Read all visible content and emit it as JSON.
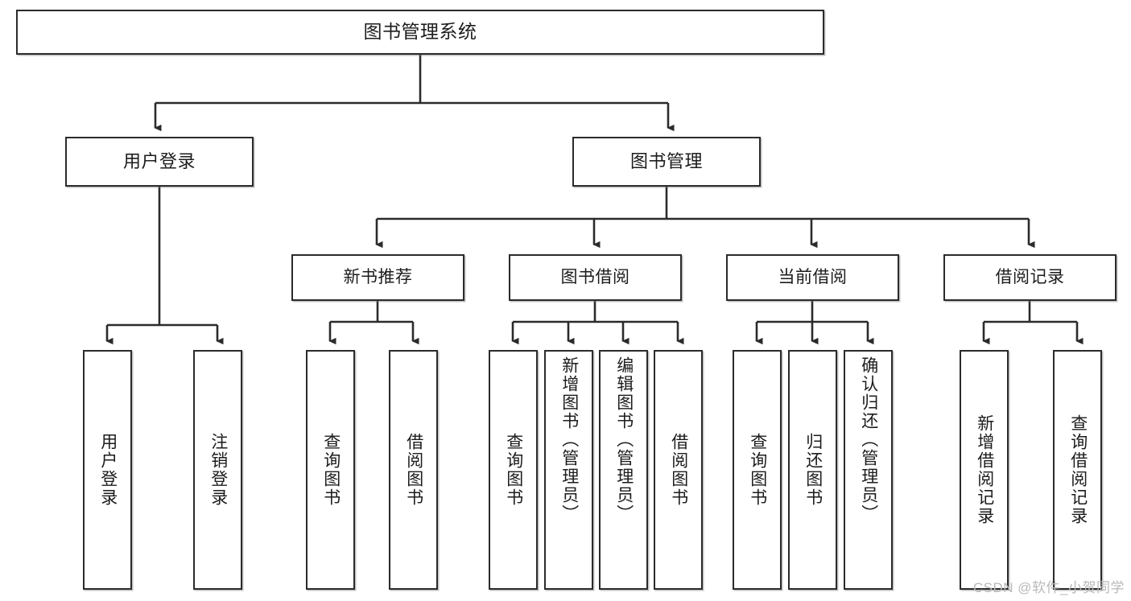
{
  "diagram": {
    "type": "tree",
    "title": "图书管理系统",
    "root": {
      "label": "图书管理系统"
    },
    "level2": [
      {
        "label": "用户登录"
      },
      {
        "label": "图书管理"
      }
    ],
    "level3": [
      {
        "label": "新书推荐"
      },
      {
        "label": "图书借阅"
      },
      {
        "label": "当前借阅"
      },
      {
        "label": "借阅记录"
      }
    ],
    "leaves": [
      {
        "label": "用户登录",
        "parent": "用户登录"
      },
      {
        "label": "注销登录",
        "parent": "用户登录"
      },
      {
        "label": "查询图书",
        "parent": "新书推荐"
      },
      {
        "label": "借阅图书",
        "parent": "新书推荐"
      },
      {
        "label": "查询图书",
        "parent": "图书借阅"
      },
      {
        "label": "新增图书（管理员）",
        "parent": "图书借阅"
      },
      {
        "label": "编辑图书（管理员）",
        "parent": "图书借阅"
      },
      {
        "label": "借阅图书",
        "parent": "图书借阅"
      },
      {
        "label": "查询图书",
        "parent": "当前借阅"
      },
      {
        "label": "归还图书",
        "parent": "当前借阅"
      },
      {
        "label": "确认归还（管理员）",
        "parent": "当前借阅"
      },
      {
        "label": "新增借阅记录",
        "parent": "借阅记录"
      },
      {
        "label": "查询借阅记录",
        "parent": "借阅记录"
      }
    ]
  },
  "watermark": {
    "text": "CSDN @软件_小贺同学"
  },
  "colors": {
    "border": "#2b2b2b",
    "text": "#1c1c1c",
    "background": "#ffffff",
    "watermark": "#b9b9b9"
  }
}
